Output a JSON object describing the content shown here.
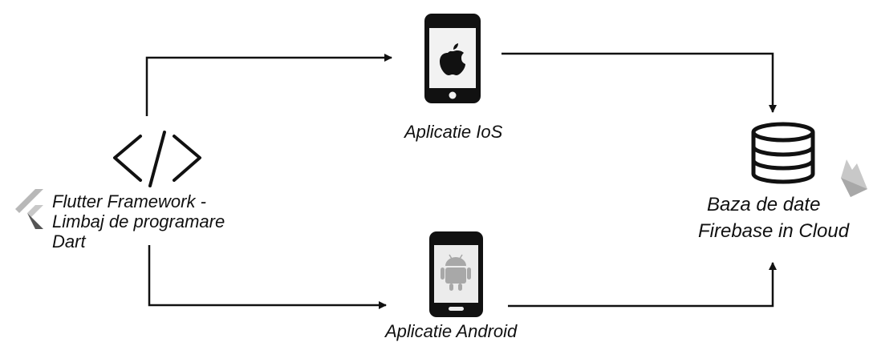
{
  "source": {
    "line1": "Flutter Framework -",
    "line2": "Limbaj de programare",
    "line3": "Dart",
    "icon": "code-brackets-icon",
    "logo": "flutter-logo"
  },
  "ios_app": {
    "label": "Aplicatie IoS",
    "icon": "apple-logo-icon"
  },
  "android_app": {
    "label": "Aplicatie Android",
    "icon": "android-logo-icon"
  },
  "database": {
    "line1": "Baza de date",
    "line2": "Firebase in Cloud",
    "icon": "database-icon",
    "logo": "firebase-logo"
  },
  "connections": [
    {
      "from": "source",
      "to": "ios_app"
    },
    {
      "from": "source",
      "to": "android_app"
    },
    {
      "from": "ios_app",
      "to": "database"
    },
    {
      "from": "android_app",
      "to": "database"
    }
  ]
}
